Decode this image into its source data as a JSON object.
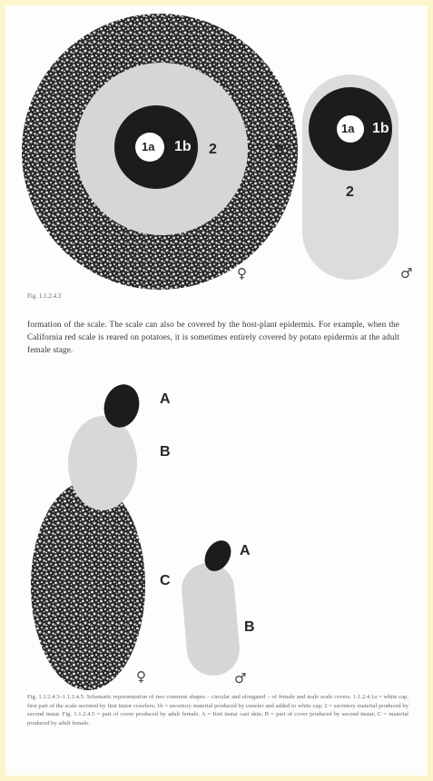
{
  "figure_top": {
    "tag": "Fig. 1.1.2.4.3",
    "female_labels": {
      "inner": "1a",
      "ring1": "1b",
      "ring2": "2",
      "outer": "3",
      "sex": "♀"
    },
    "male_labels": {
      "inner": "1a",
      "ring1": "1b",
      "body": "2",
      "sex": "♂"
    }
  },
  "paragraph": "formation of the scale. The scale can also be covered by the host-plant epidermis. For example, when the California red scale is reared on potatoes, it is sometimes entirely covered by potato epidermis at the adult female stage.",
  "figure_bottom": {
    "female_labels": {
      "a": "A",
      "b": "B",
      "c": "C",
      "sex": "♀"
    },
    "male_labels": {
      "a": "A",
      "b": "B",
      "sex": "♂"
    }
  },
  "caption": "Fig. 1.1.2.4.3–1.1.2.4.5. Schematic representation of two common shapes – circular and elongated – of female and male scale covers. 1.1.2.4.1a = white cap, first part of the scale secreted by first instar crawlers; 1b = secretory material produced by crawler and added to white cap; 2 = secretory material produced by second instar. Fig. 1.1.2.4.5 = part of cover produced by adult female. A = first instar cast skin; B = part of cover produced by second instar; C = material produced by adult female.",
  "colors": {
    "paper": "#fdfdfb",
    "border": "#fbf5c9",
    "black": "#1c1c1c",
    "light_gray": "#d9d9d9",
    "mid_gray": "#c8c8c8"
  }
}
